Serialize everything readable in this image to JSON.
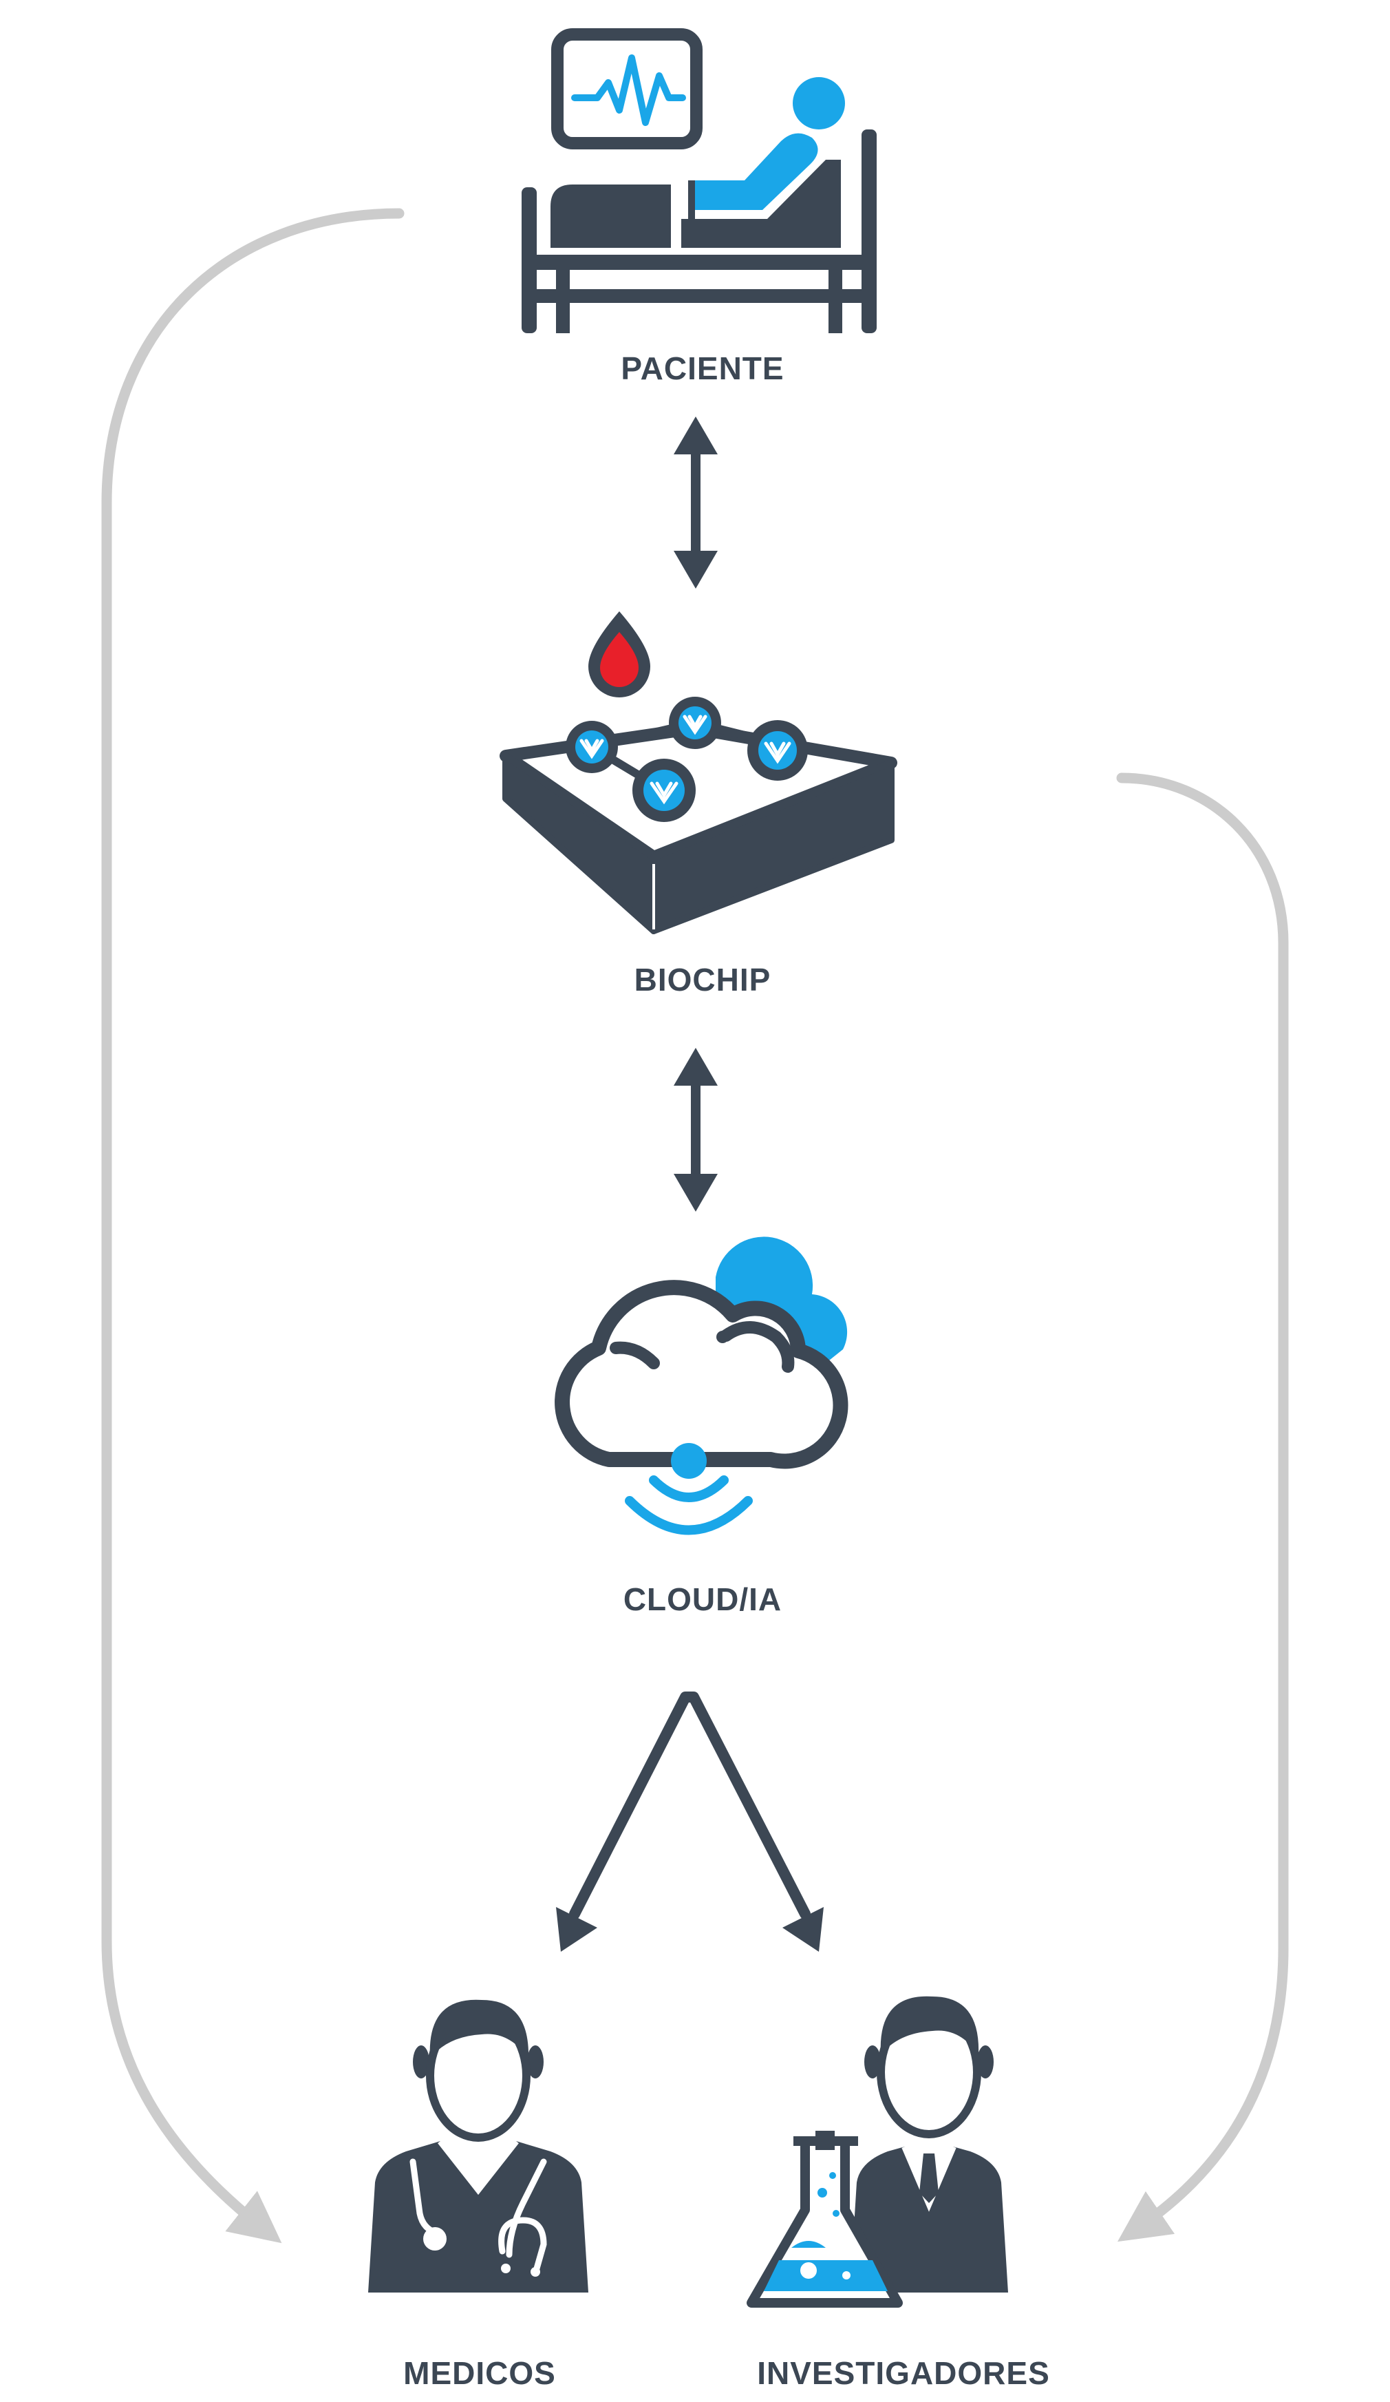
{
  "nodes": {
    "paciente": {
      "label": "PACIENTE",
      "icon": "hospital-bed-patient-icon"
    },
    "biochip": {
      "label": "BIOCHIP",
      "icon": "biochip-icon"
    },
    "cloud": {
      "label": "CLOUD/IA",
      "icon": "cloud-wireless-icon"
    },
    "medicos": {
      "label": "MEDICOS",
      "icon": "doctor-stethoscope-icon"
    },
    "investigadores": {
      "label": "INVESTIGADORES",
      "icon": "researcher-flask-icon"
    }
  },
  "colors": {
    "dark": "#3c4754",
    "accent_blue": "#1aa6e8",
    "blood_red": "#e8202a",
    "loop_gray": "#cccccc"
  }
}
